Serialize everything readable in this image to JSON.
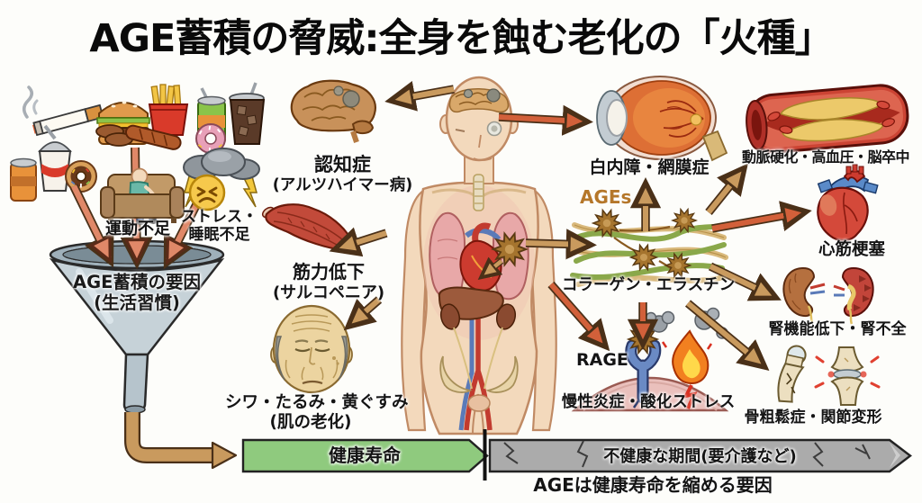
{
  "title": "AGE蓄積の脅威:全身を蝕む老化の「火種」",
  "lifestyle_funnel": {
    "exercise_label": "運動不足",
    "stress_label_1": "ストレス・",
    "stress_label_2": "睡眠不足",
    "funnel_label_1": "AGE蓄積の要因",
    "funnel_label_2": "(生活習慣)",
    "icons": [
      "cigarette",
      "hamburger",
      "french-fries",
      "sausage",
      "meat-patties",
      "soft-drink-can",
      "cola-cup",
      "donut",
      "couch-potato",
      "storm-cloud",
      "stressed-face",
      "funnel"
    ]
  },
  "body_effects": {
    "dementia_1": "認知症",
    "dementia_2": "(アルツハイマー病)",
    "muscle_1": "筋力低下",
    "muscle_2": "(サルコペニア)",
    "skin_1": "シワ・たるみ・黄ぐすみ",
    "skin_2": "(肌の老化)"
  },
  "mechanism": {
    "eye_label": "白内障・網膜症",
    "ages_label": "AGEs",
    "collagen_label": "コラーゲン・エラスチン",
    "rage_label": "RAGE",
    "inflammation_label": "慢性炎症・酸化ストレス"
  },
  "complications": {
    "artery_label": "動脈硬化・高血圧・脳卒中",
    "heart_label": "心筋梗塞",
    "kidney_label": "腎機能低下・腎不全",
    "bone_label": "骨粗鬆症・関節変形"
  },
  "timeline": {
    "healthy_label": "健康寿命",
    "unhealthy_label": "不健康な期間(要介護など)",
    "caption": "AGEは健康寿命を縮める要因",
    "healthy_color": "#8fca7e",
    "unhealthy_color": "#ababab"
  },
  "palette": {
    "arrow_tan": "#c99a5e",
    "arrow_red": "#d2603a",
    "arrow_salmon": "#e08868",
    "ages_molecule": "#a5742e",
    "ages_text": "#b5772a"
  }
}
